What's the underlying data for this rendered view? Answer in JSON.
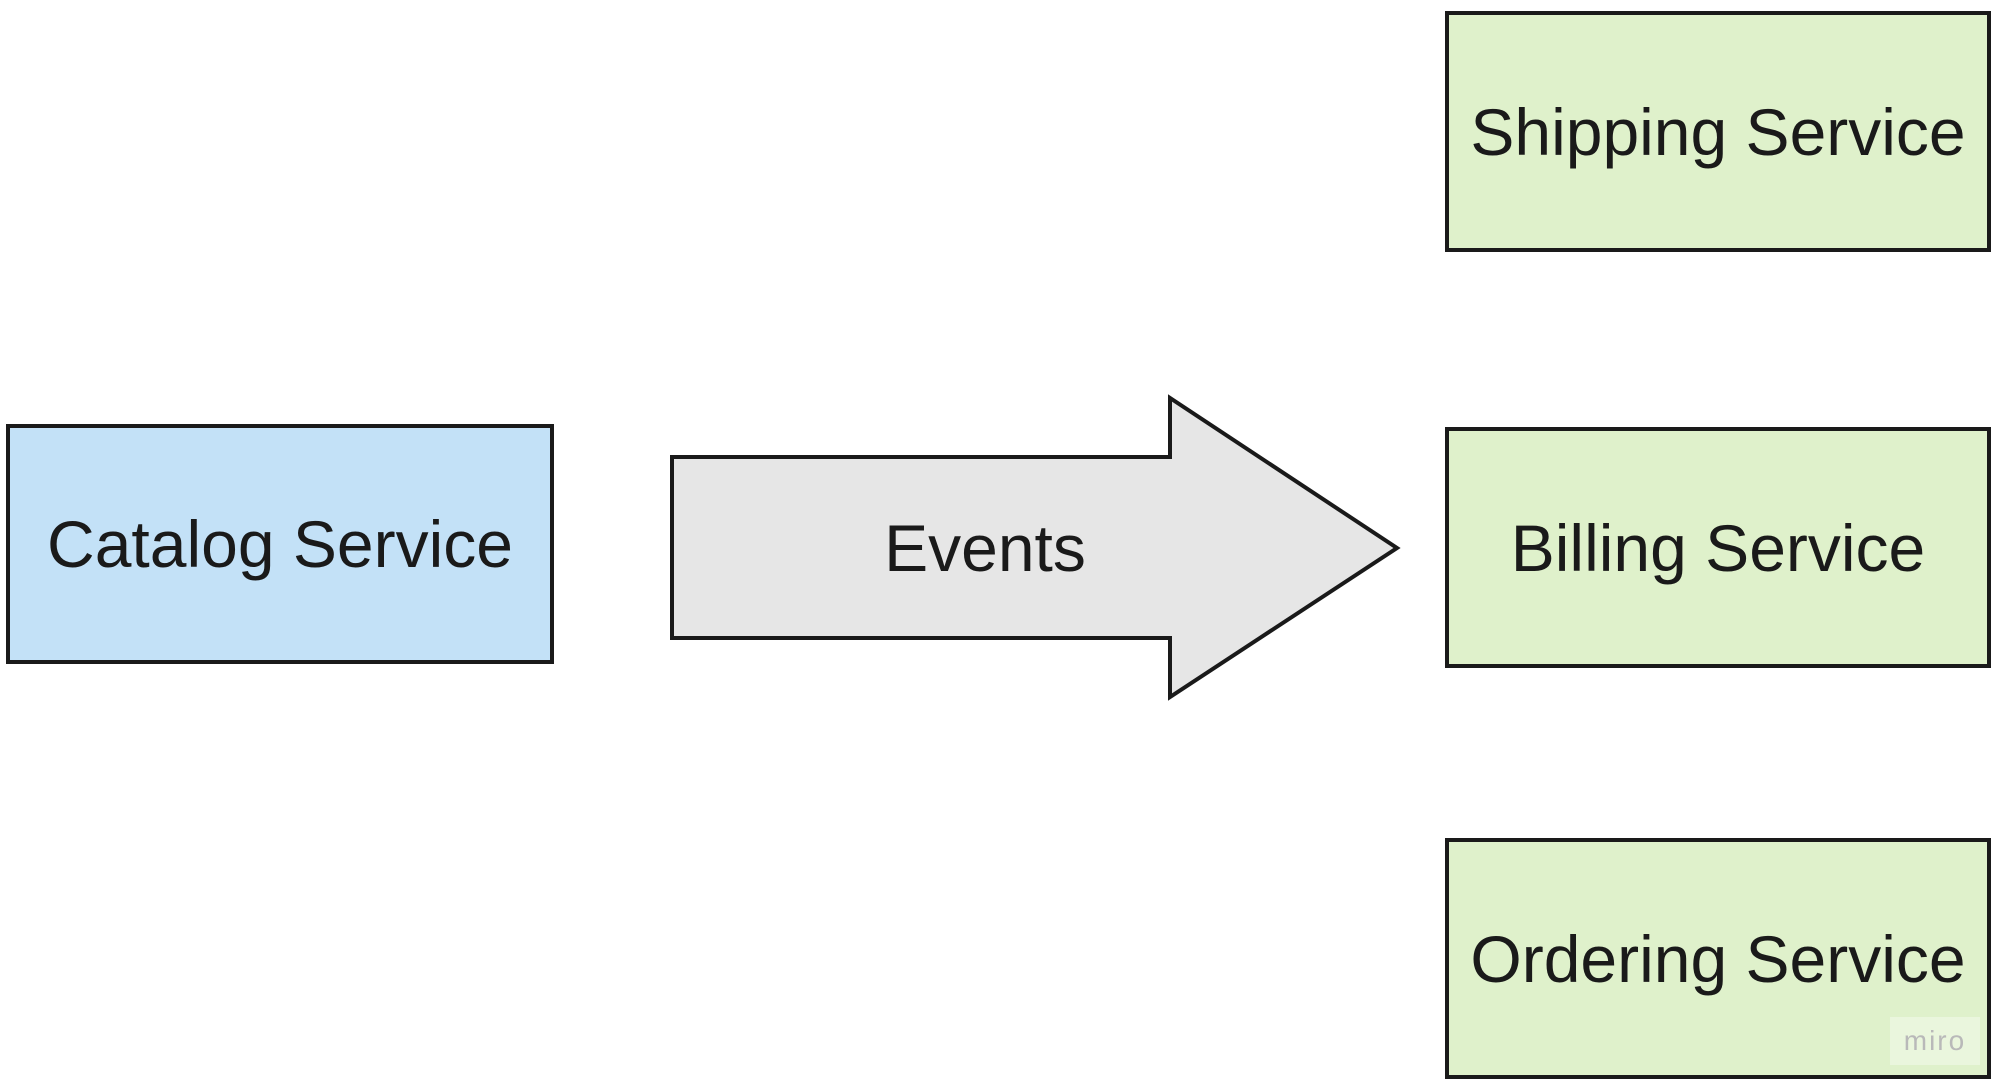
{
  "nodes": {
    "catalog": {
      "label": "Catalog Service",
      "fill": "#c3e1f7"
    },
    "shipping": {
      "label": "Shipping Service",
      "fill": "#dff1cb"
    },
    "billing": {
      "label": "Billing Service",
      "fill": "#dff1cb"
    },
    "ordering": {
      "label": "Ordering Service",
      "fill": "#dff1cb"
    }
  },
  "arrow": {
    "label": "Events",
    "fill": "#e6e6e6",
    "stroke": "#1a1a1a"
  },
  "watermark": {
    "text": "miro"
  }
}
